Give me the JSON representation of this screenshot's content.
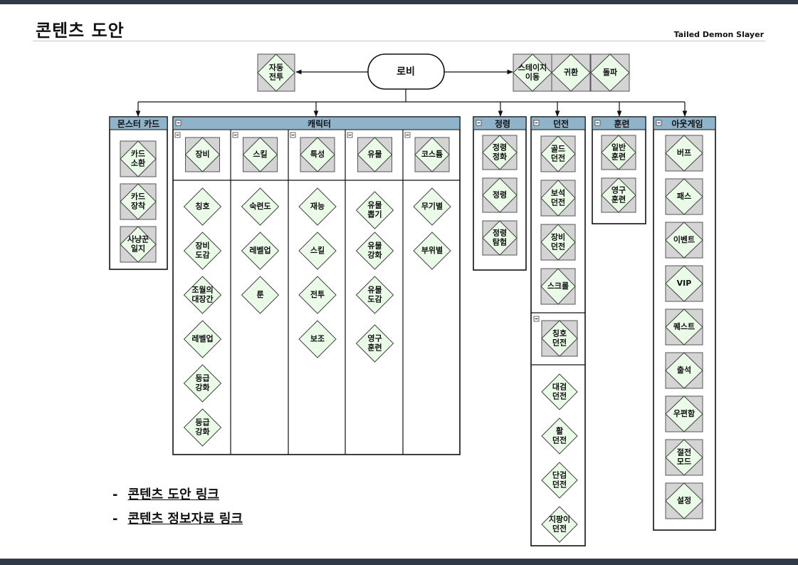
{
  "page": {
    "title": "콘텐츠 도안",
    "subtitle": "Tailed Demon Slayer"
  },
  "colors": {
    "box_fill": "#d4d4d4",
    "diamond_fill": "#eafbe8",
    "header_fill": "#8fb3c9",
    "line": "#111111",
    "topbar": "#2f3947"
  },
  "top_nodes": {
    "lobby": "로비",
    "auto_battle": "자동\n전투",
    "stage_move": "스테이지\n이동",
    "return": "귀환",
    "breakthrough": "돌파"
  },
  "sections": {
    "monster_card": {
      "title": "몬스터 카드",
      "items": [
        "카드\n소환",
        "카드\n장착",
        "사냥꾼\n일지"
      ]
    },
    "character": {
      "title": "캐릭터",
      "columns": [
        {
          "head": "장비",
          "items": [
            "칭호",
            "장비\n도감",
            "조월의\n대장간",
            "레벨업",
            "등급\n강화",
            "등급\n강화"
          ]
        },
        {
          "head": "스킬",
          "items": [
            "숙련도",
            "레벨업",
            "룬"
          ]
        },
        {
          "head": "특성",
          "items": [
            "재능",
            "스킬",
            "전투",
            "보조"
          ]
        },
        {
          "head": "유물",
          "items": [
            "유물\n뽑기",
            "유물\n강화",
            "유물\n도감",
            "영구\n훈련"
          ]
        },
        {
          "head": "코스튬",
          "items": [
            "무기별",
            "부위별"
          ]
        }
      ]
    },
    "spirit": {
      "title": "정령",
      "items": [
        "정령\n정화",
        "정령",
        "정령\n탐험"
      ]
    },
    "dungeon": {
      "title": "던전",
      "items": [
        "골드\n던전",
        "보석\n던전",
        "장비\n던전",
        "스크롤"
      ],
      "sub_head": "칭호\n던전",
      "sub_items": [
        "대검\n던전",
        "활\n던전",
        "단검\n던전",
        "지팡이\n던전"
      ]
    },
    "training": {
      "title": "훈련",
      "items": [
        "일반\n훈련",
        "영구\n훈련"
      ]
    },
    "outgame": {
      "title": "아웃게임",
      "items": [
        "버프",
        "패스",
        "이벤트",
        "VIP",
        "퀘스트",
        "출석",
        "우편함",
        "절전\n모드",
        "설정"
      ]
    }
  },
  "links": [
    {
      "dash": "-",
      "label": "콘텐츠 도안 링크"
    },
    {
      "dash": "-",
      "label": "콘텐츠 정보자료 링크"
    }
  ]
}
